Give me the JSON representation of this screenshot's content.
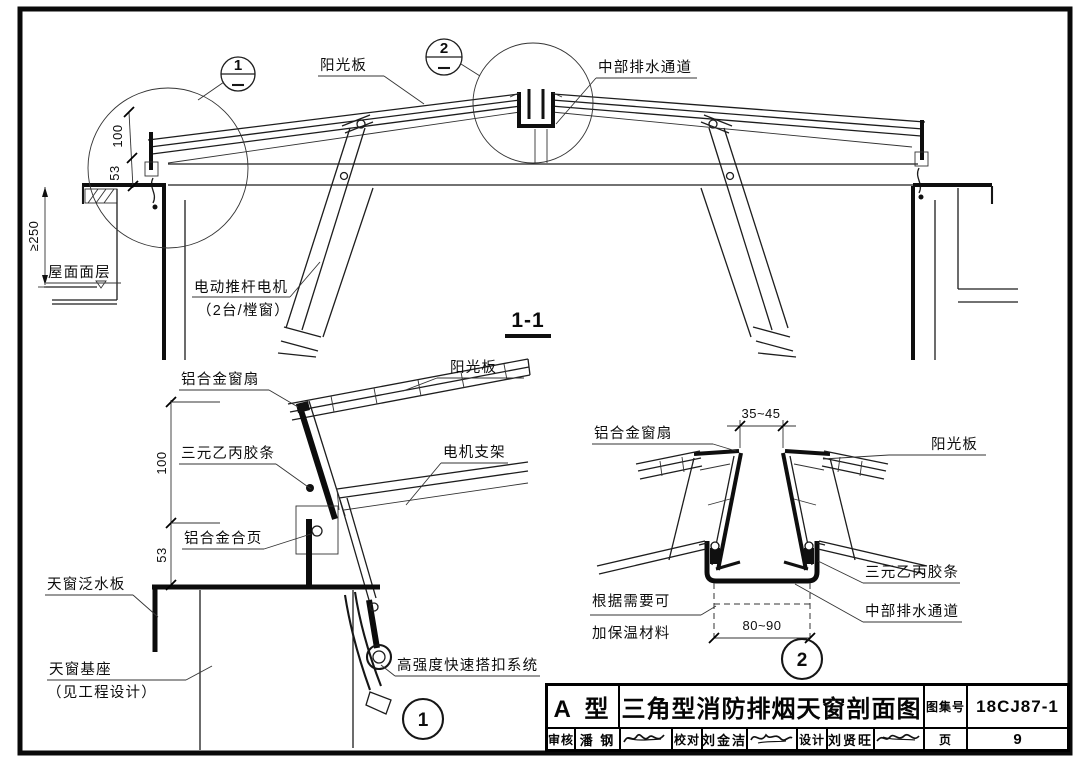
{
  "main": {
    "callout1": "1",
    "callout2": "2",
    "section_label": "1-1",
    "lbl_panel": "阳光板",
    "lbl_drain": "中部排水通道",
    "lbl_motor": "电动推杆电机",
    "lbl_motor2": "（2台/樘窗）",
    "lbl_roof": "屋面面层",
    "dim_250": "≥250",
    "dim_100": "100",
    "dim_53": "53"
  },
  "d1": {
    "num": "1",
    "lbl_sash": "铝合金窗扇",
    "lbl_panel": "阳光板",
    "lbl_epdm": "三元乙丙胶条",
    "lbl_bracket": "电机支架",
    "lbl_hinge": "铝合金合页",
    "lbl_flashing": "天窗泛水板",
    "lbl_base": "天窗基座",
    "lbl_base2": "（见工程设计）",
    "lbl_latch": "高强度快速搭扣系统",
    "dim_100": "100",
    "dim_53": "53"
  },
  "d2": {
    "num": "2",
    "lbl_sash": "铝合金窗扇",
    "lbl_panel": "阳光板",
    "lbl_epdm": "三元乙丙胶条",
    "lbl_drain": "中部排水通道",
    "lbl_ins1": "根据需要可",
    "lbl_ins2": "加保温材料",
    "dim_top": "35~45",
    "dim_bot": "80~90"
  },
  "tb": {
    "type": "A 型",
    "title": "三角型消防排烟天窗剖面图",
    "atlas_label": "图集号",
    "atlas": "18CJ87-1",
    "page_label": "页",
    "page": "9",
    "review": "审核",
    "reviewer": "潘 钢",
    "proof": "校对",
    "proofreader": "刘金洁",
    "design": "设计",
    "designer": "刘贤旺"
  }
}
